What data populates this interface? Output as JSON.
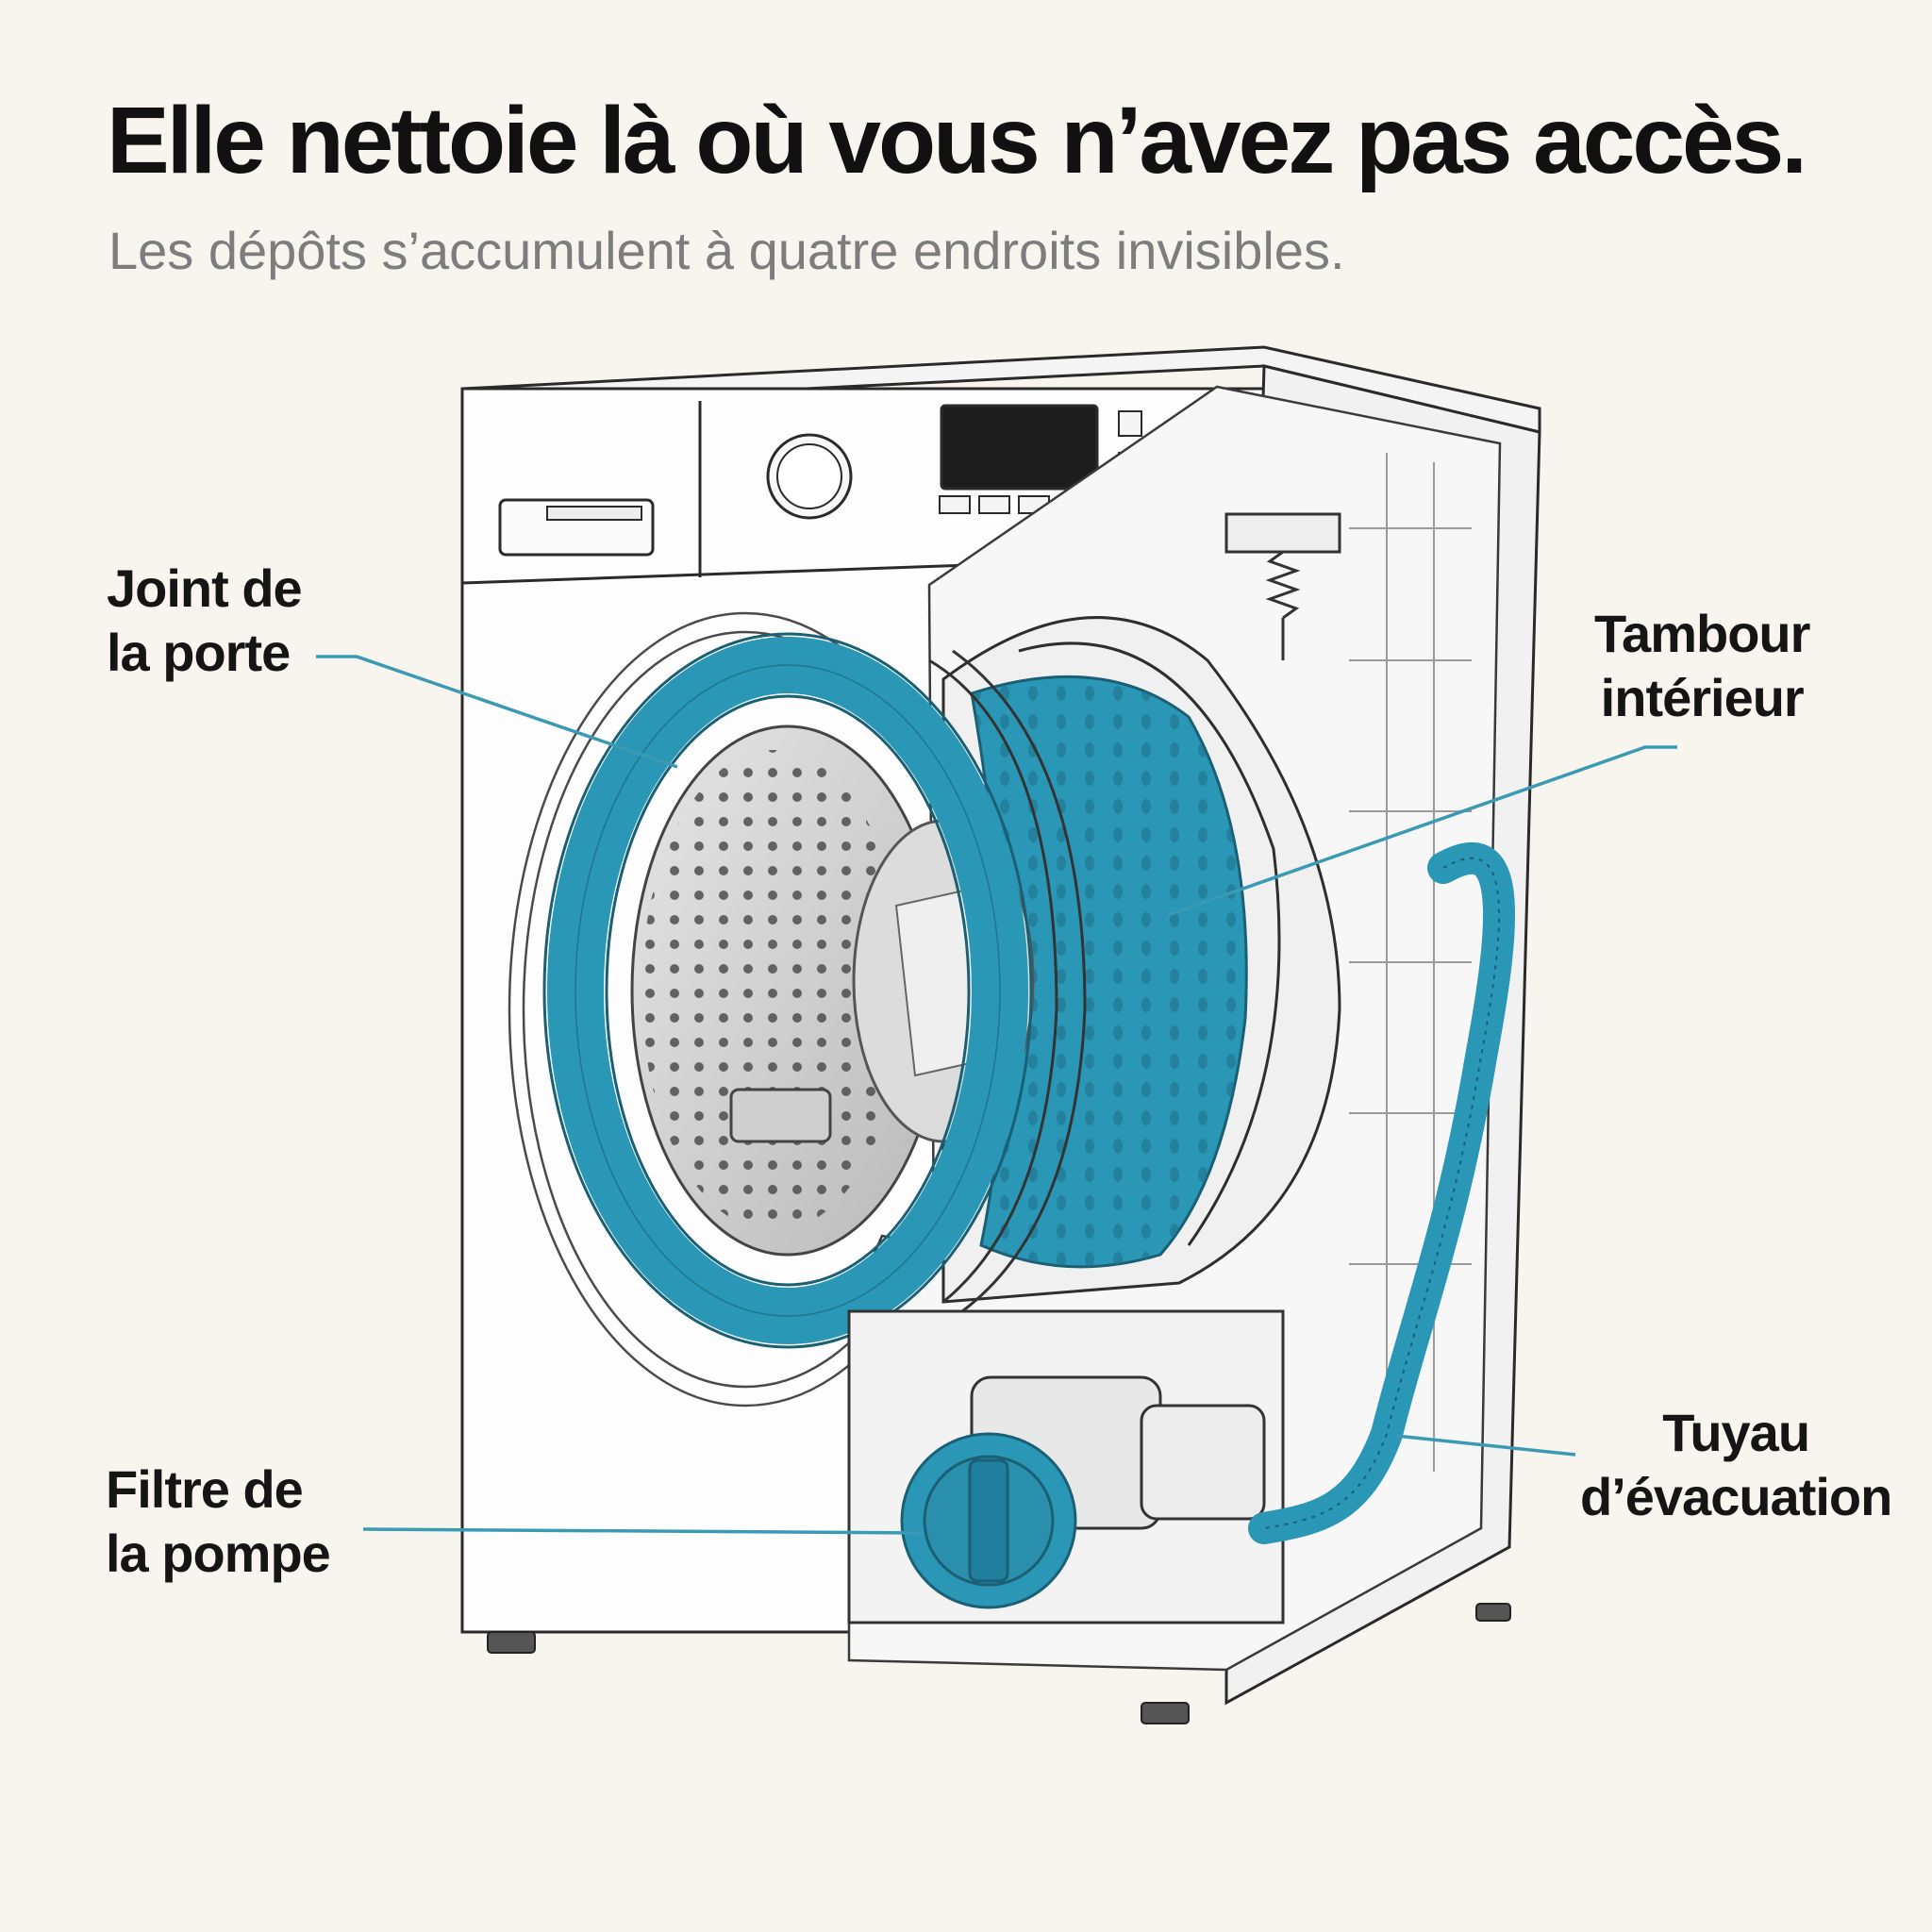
{
  "header": {
    "title": "Elle nettoie là où vous n’avez pas accès.",
    "subtitle": "Les dépôts s’accumulent à quatre endroits invisibles."
  },
  "callouts": {
    "door_seal": {
      "line1": "Joint de",
      "line2": "la porte"
    },
    "inner_drum": {
      "line1": "Tambour",
      "line2": "intérieur"
    },
    "pump_filter": {
      "line1": "Filtre de",
      "line2": "la pompe"
    },
    "drain_hose": {
      "line1": "Tuyau",
      "line2": "d’évacuation"
    }
  },
  "colors": {
    "highlight": "#2a97b6",
    "leader_line": "#3a9ab3",
    "background": "#f8f5ef",
    "title": "#111111",
    "subtitle": "#7d7d7d"
  }
}
